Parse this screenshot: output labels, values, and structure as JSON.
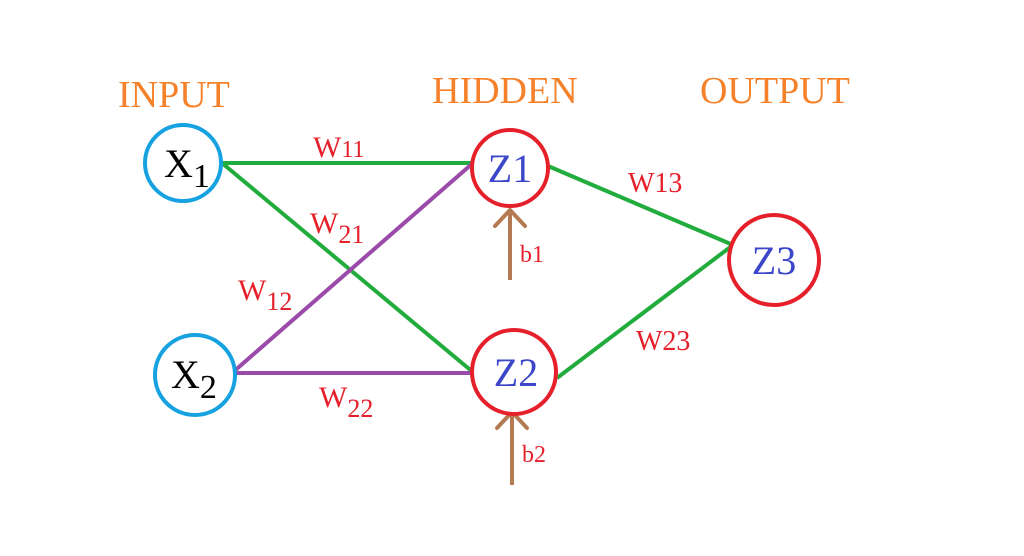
{
  "colors": {
    "layer_title": "#f5822a",
    "input_node_stroke": "#16a1e0",
    "neuron_stroke": "#e6202a",
    "input_text": "#000000",
    "neuron_text": "#3b46c8",
    "weight_text": "#e6202a",
    "edge_green": "#22ac3e",
    "edge_purple": "#9a4aa8",
    "bias_arrow": "#b47a54"
  },
  "layers": {
    "input": "INPUT",
    "hidden": "HIDDEN",
    "output": "OUTPUT"
  },
  "nodes": {
    "x1": {
      "main": "X",
      "sub": "1"
    },
    "x2": {
      "main": "X",
      "sub": "2"
    },
    "z1": {
      "label": "Z1"
    },
    "z2": {
      "label": "Z2"
    },
    "z3": {
      "label": "Z3"
    }
  },
  "weights": {
    "w11": {
      "main": "W",
      "sub": "11"
    },
    "w21": {
      "main": "W",
      "sub": "21"
    },
    "w12": {
      "main": "W",
      "sub": "12"
    },
    "w22": {
      "main": "W",
      "sub": "22"
    },
    "w13": "W13",
    "w23": "W23"
  },
  "biases": {
    "b1": "b1",
    "b2": "b2"
  }
}
